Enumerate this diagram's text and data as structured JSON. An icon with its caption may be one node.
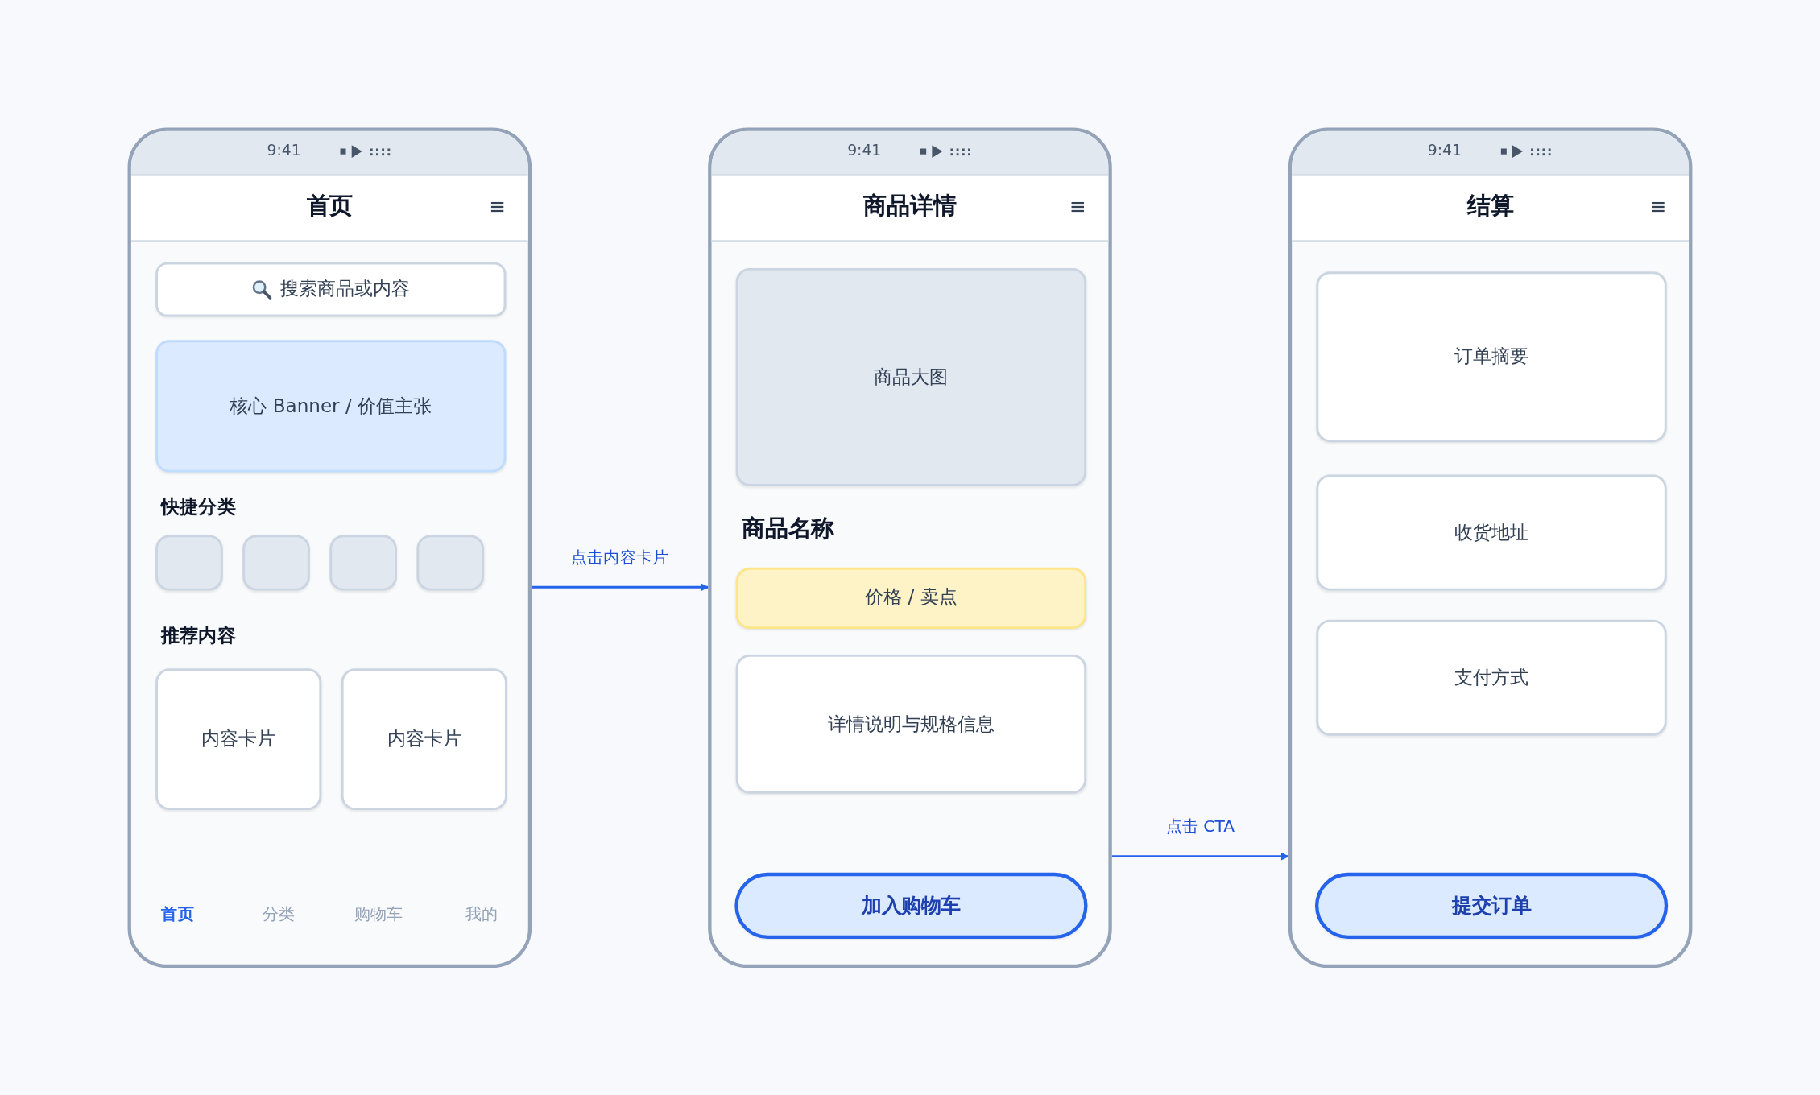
{
  "diagram": {
    "nodes": [
      {
        "text": [
          "首页"
        ]
      },
      {
        "text": [
          "搜索商品或内容"
        ],
        "in": 0
      },
      {
        "text": [
          "核心 Banner / 价值主张"
        ],
        "in": 0
      },
      {
        "text": [],
        "shape": "box",
        "in": 0
      },
      {
        "text": [],
        "shape": "box",
        "in": 0
      },
      {
        "text": [],
        "shape": "box",
        "in": 0
      },
      {
        "text": [],
        "shape": "box",
        "in": 0
      },
      {
        "text": [
          "内容卡片"
        ],
        "in": 0
      },
      {
        "text": [
          "内容卡片"
        ],
        "in": 0
      },
      {
        "text": [
          "商品详情"
        ]
      },
      {
        "text": [
          "商品大图"
        ],
        "in": 9
      },
      {
        "text": [
          "价格 / 卖点"
        ],
        "in": 9
      },
      {
        "text": [
          "详情说明与规格信息"
        ],
        "in": 9
      },
      {
        "text": [
          "加入购物车"
        ],
        "in": 9
      },
      {
        "text": [
          "结算"
        ]
      },
      {
        "text": [
          "订单摘要"
        ],
        "in": 14
      },
      {
        "text": [
          "收货地址"
        ],
        "in": 14
      },
      {
        "text": [
          "支付方式"
        ],
        "in": 14
      },
      {
        "text": [
          "提交订单"
        ],
        "in": 14
      }
    ],
    "edges": [
      {
        "from": 0,
        "to": 9,
        "arrow": "to",
        "label": "点击内容卡片"
      },
      {
        "from": 9,
        "to": 14,
        "arrow": "to",
        "label": "点击 CTA"
      }
    ],
    "labels": [
      "9:41",
      "快捷分类",
      "推荐内容",
      "首页",
      "分类",
      "购物车",
      "我的",
      "9:41",
      "商品名称",
      "9:41"
    ]
  }
}
